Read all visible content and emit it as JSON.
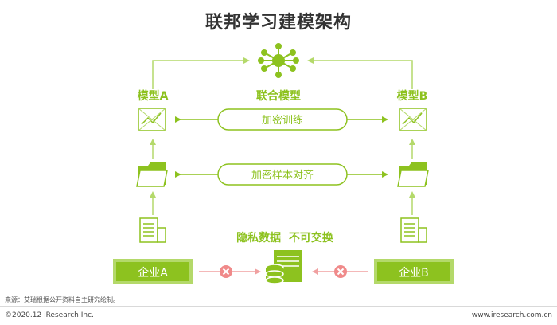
{
  "title": "联邦学习建模架构",
  "labels": {
    "model_a": "模型A",
    "model_b": "模型B",
    "federated_model": "联合模型",
    "encrypted_training": "加密训练",
    "sample_alignment": "加密样本对齐",
    "privacy_note": "隐私数据  不可交换",
    "enterprise_a": "企业A",
    "enterprise_b": "企业B"
  },
  "footer": {
    "source": "来源：艾瑞根据公开资料自主研究绘制。",
    "copyright": "©2020.12 iResearch Inc.",
    "website": "www.iresearch.com.cn"
  },
  "colors": {
    "accent": "#8dc21f",
    "accent_light": "#b4d96a",
    "red_x": "#f08a8a",
    "text_dark": "#333333"
  },
  "icons": [
    "network-hub-icon",
    "model-chart-icon",
    "folder-icon",
    "document-icon",
    "server-database-icon",
    "blocked-x-icon"
  ]
}
